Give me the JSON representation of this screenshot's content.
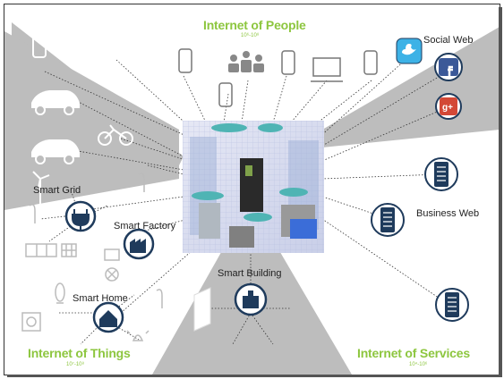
{
  "titles": {
    "people": "Internet of People",
    "people_sub": "10⁶-10⁸",
    "things": "Internet of Things",
    "things_sub": "10⁷-10⁸",
    "services": "Internet of Services",
    "services_sub": "10⁴-10⁶"
  },
  "labels": {
    "social_web": "Social Web",
    "business_web": "Business Web",
    "smart_grid": "Smart Grid",
    "smart_factory": "Smart Factory",
    "smart_home": "Smart Home",
    "smart_building": "Smart Building"
  },
  "colors": {
    "wedge": "#bdbdbd",
    "green": "#8dc63f",
    "navy": "#1f3b5c",
    "twitter": "#3db2e6",
    "facebook": "#3b5998",
    "googleplus": "#d34836"
  },
  "icons": [
    "phone-icon",
    "medical-icon",
    "people-icon",
    "monitor-icon",
    "electric-car-icon",
    "bicycle-icon",
    "wind-turbine-icon",
    "plug-icon",
    "factory-icon",
    "house-icon",
    "building-icon",
    "door-icon",
    "twitter-icon",
    "facebook-icon",
    "googleplus-icon",
    "business-phone-icon",
    "solar-panel-icon",
    "meter-icon",
    "washing-machine-icon",
    "bulb-icon",
    "alarm-icon"
  ]
}
